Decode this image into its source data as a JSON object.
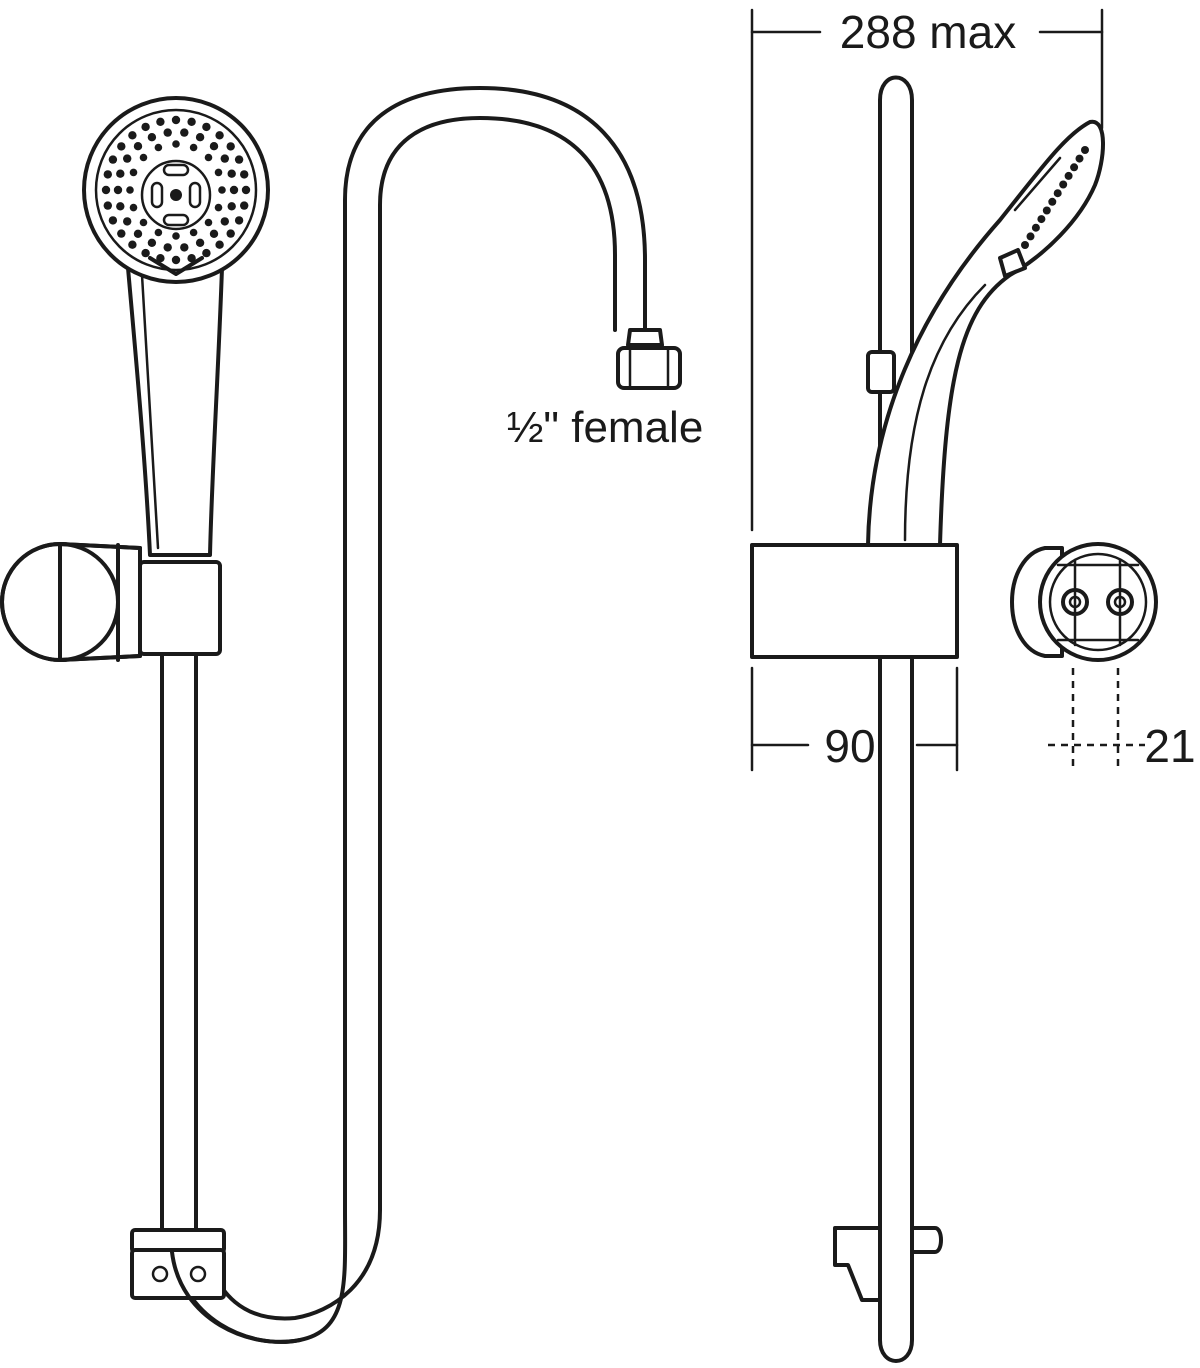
{
  "labels": {
    "width_max": "288 max",
    "bracket_width": "90",
    "bracket_depth": "21",
    "hose_connection": "½\"  female"
  }
}
